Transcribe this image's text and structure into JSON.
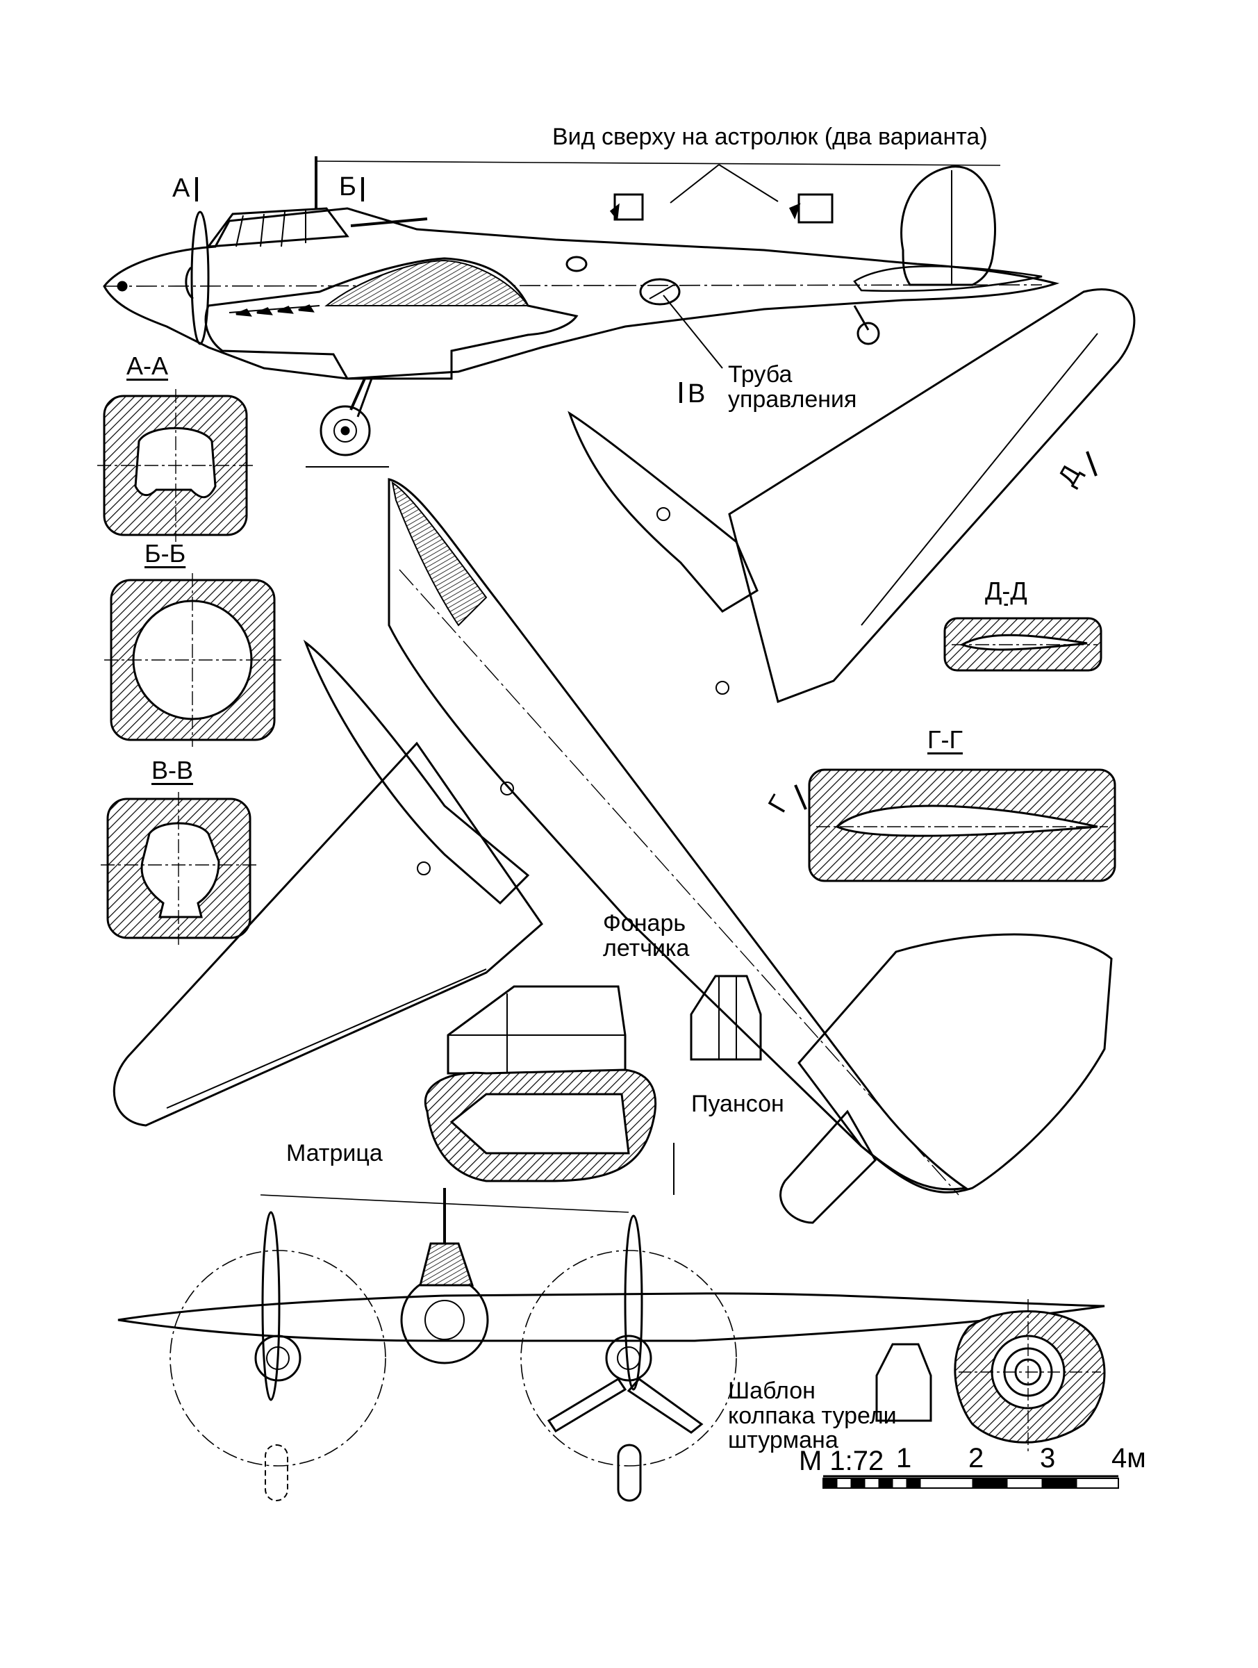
{
  "labels": {
    "astro_hatch": "Вид сверху на астролюк (два варианта)",
    "control_pipe": "Труба\nуправления",
    "pilot_canopy": "Фонарь\nлетчика",
    "punch": "Пуансон",
    "die": "Матрица",
    "turret_template": "Шаблон\nколпака турели\nштурмана"
  },
  "section_marks": {
    "a": "А",
    "b": "Б",
    "v": "В",
    "g": "Г",
    "d": "Д"
  },
  "sections": {
    "aa": "А-А",
    "bb": "Б-Б",
    "vv": "В-В",
    "dd": "Д-Д",
    "gg": "Г-Г"
  },
  "scale": {
    "ratio": "М 1:72",
    "ticks": [
      "1",
      "2",
      "3",
      "4м"
    ]
  }
}
